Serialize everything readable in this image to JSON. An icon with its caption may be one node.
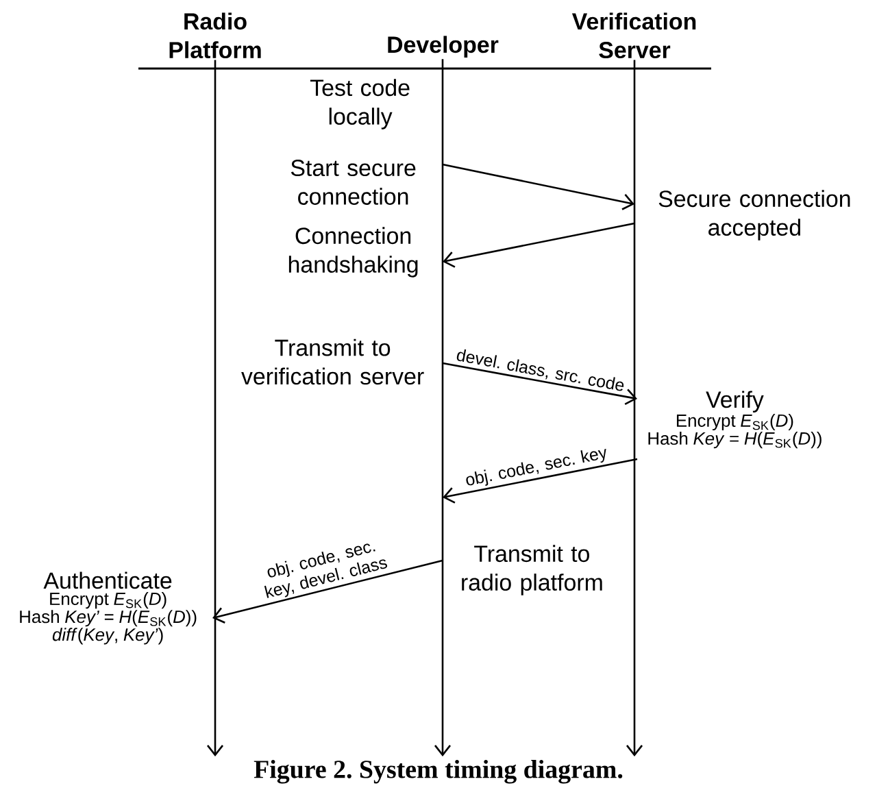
{
  "diagram": {
    "caption": "Figure 2. System timing diagram.",
    "nodes": [
      {
        "text": [
          "Radio Platform"
        ]
      },
      {
        "text": [
          "Developer"
        ]
      },
      {
        "text": [
          "Verification Server"
        ]
      },
      {
        "text": [
          "Test code locally"
        ]
      },
      {
        "text": [
          "Start secure connection"
        ]
      },
      {
        "text": [
          "Secure connection accepted"
        ]
      },
      {
        "text": [
          "Connection handshaking"
        ]
      },
      {
        "text": [
          "Transmit to verification server"
        ]
      },
      {
        "text": [
          "Verify",
          "Encrypt *E*$_{SK}$(*D*)",
          "Hash *Key* = *H*(*E*$_{SK}$(*D*))"
        ]
      },
      {
        "text": [
          "Transmit to radio platform"
        ]
      },
      {
        "text": [
          "Authenticate",
          "Encrypt *E*$_{SK}$(*D*)",
          "Hash *Key’* = *H*(*E*$_{SK}$(*D*))",
          "*diff*(*Key*, *Key’*)"
        ]
      }
    ],
    "edges": [
      {
        "from": 0,
        "to": null,
        "arrow": "to"
      },
      {
        "from": 1,
        "to": null,
        "arrow": "to"
      },
      {
        "from": 2,
        "to": null,
        "arrow": "to"
      },
      {
        "from": 4,
        "to": 5,
        "arrow": "to"
      },
      {
        "from": 5,
        "to": 6,
        "arrow": "to"
      },
      {
        "from": 7,
        "to": 8,
        "arrow": "to",
        "label": "devel. class, src. code"
      },
      {
        "from": 8,
        "to": null,
        "arrow": "to",
        "label": "obj. code, sec. key"
      },
      {
        "from": 9,
        "to": 10,
        "arrow": "to",
        "label": "obj. code, sec. key, devel. class"
      }
    ]
  }
}
